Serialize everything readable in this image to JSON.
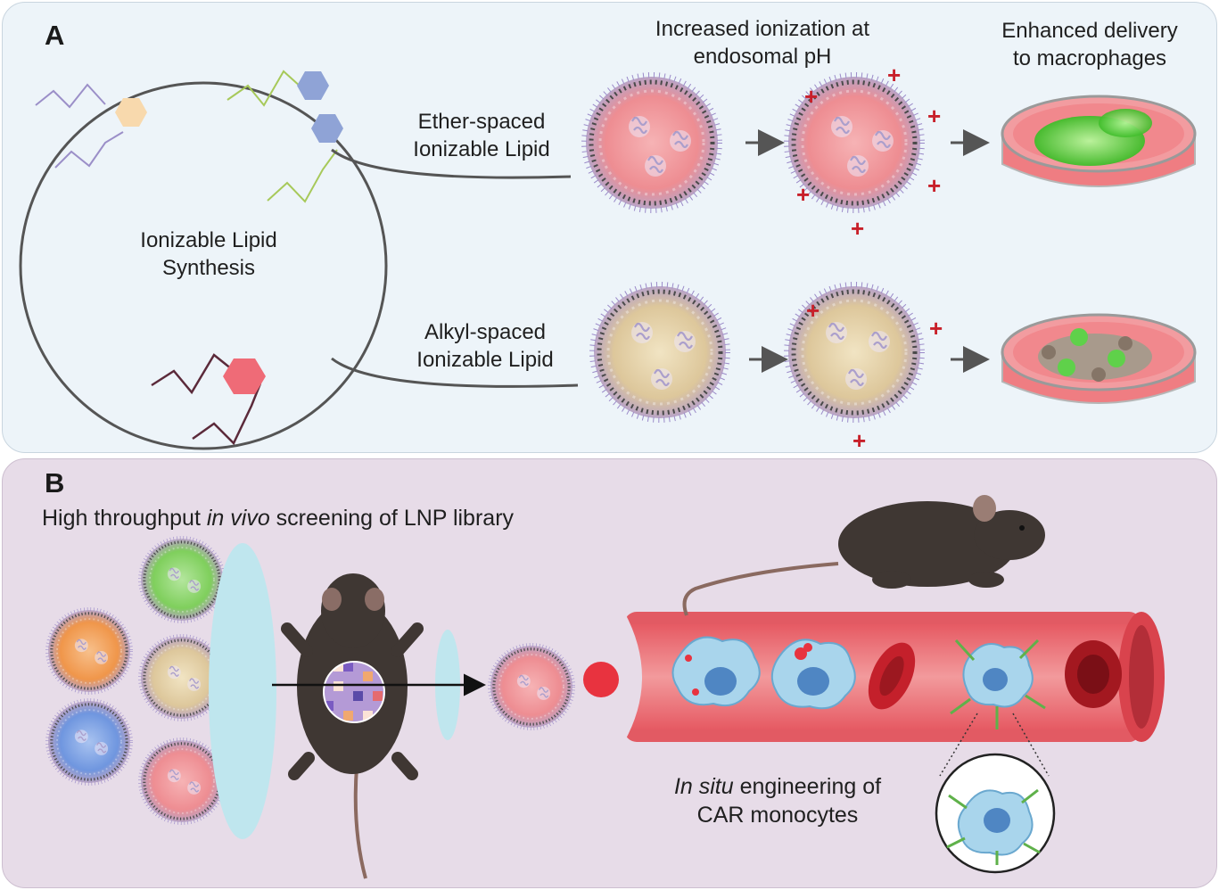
{
  "panel_a": {
    "letter": "A",
    "synthesis_line1": "Ionizable Lipid",
    "synthesis_line2": "Synthesis",
    "ether_line1": "Ether-spaced",
    "ether_line2": "Ionizable Lipid",
    "alkyl_line1": "Alkyl-spaced",
    "alkyl_line2": "Ionizable Lipid",
    "ionization_line1": "Increased ionization at",
    "ionization_line2": "endosomal pH",
    "delivery_line1": "Enhanced delivery",
    "delivery_line2": "to macrophages",
    "charge_symbol": "+"
  },
  "panel_b": {
    "letter": "B",
    "heading_pre": "High throughput ",
    "heading_italic": "in vivo",
    "heading_post": " screening of LNP library",
    "engineering_italic": "In situ",
    "engineering_post": " engineering of",
    "engineering_line2": "CAR monocytes"
  },
  "colors": {
    "panel_a_bg": "#edf4f9",
    "panel_b_bg": "#e7dce8",
    "ether_core": "#f08a8f",
    "alkyl_core": "#e8d6aa",
    "vessel": "#e9646c",
    "cell_blue": "#a9d5ec",
    "gfp_green": "#5fd14a",
    "charge_red": "#c8202a"
  },
  "icons": [
    "lipid-nanoparticle-icon",
    "petri-dish-icon",
    "mouse-icon",
    "blood-vessel-icon",
    "monocyte-icon",
    "red-blood-cell-icon",
    "arrow-right-icon"
  ]
}
